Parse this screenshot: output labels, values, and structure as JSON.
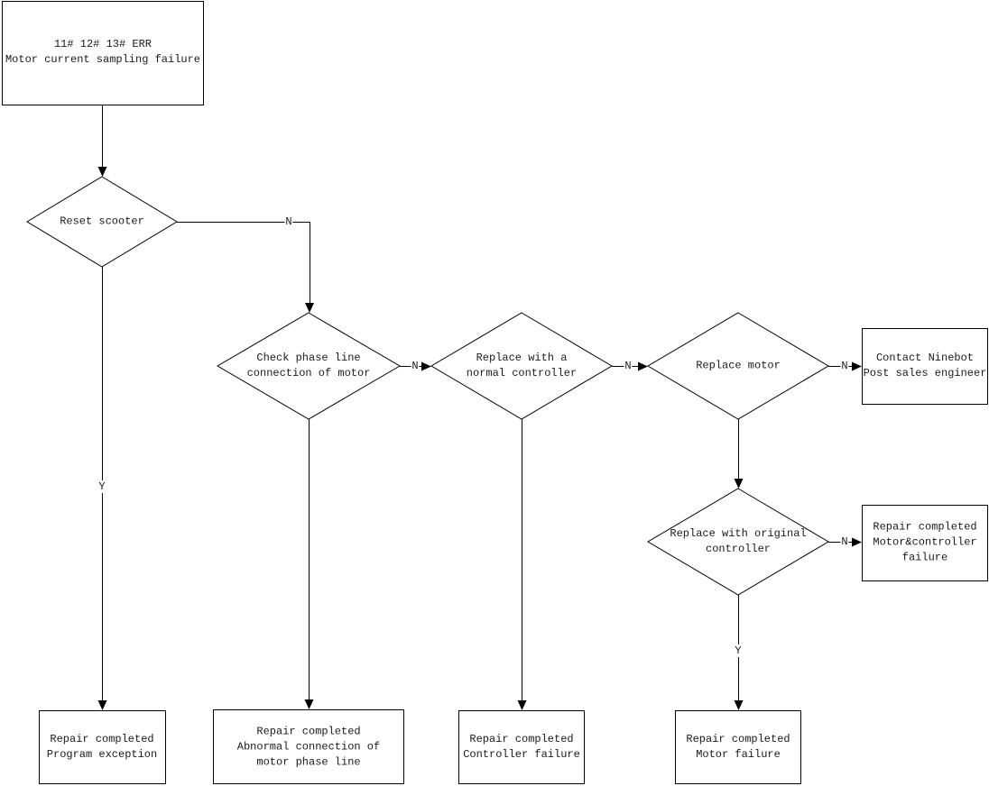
{
  "colors": {
    "background": "#ffffff",
    "line": "#000000",
    "text": "#1a1a1a"
  },
  "nodes": {
    "start": {
      "type": "process",
      "lines": [
        "11# 12# 13# ERR",
        "Motor current sampling failure"
      ]
    },
    "reset_scooter": {
      "type": "decision",
      "lines": [
        "Reset scooter"
      ]
    },
    "check_phase": {
      "type": "decision",
      "lines": [
        "Check phase line",
        "connection of motor"
      ]
    },
    "normal_controller": {
      "type": "decision",
      "lines": [
        "Replace with a",
        "normal controller"
      ]
    },
    "replace_motor": {
      "type": "decision",
      "lines": [
        "Replace motor"
      ]
    },
    "original_controller": {
      "type": "decision",
      "lines": [
        "Replace with original",
        "controller"
      ]
    },
    "contact_ninebot": {
      "type": "process",
      "lines": [
        "Contact Ninebot",
        "Post sales engineer"
      ]
    },
    "motor_controller_failure": {
      "type": "process",
      "lines": [
        "Repair completed",
        "Motor&controller",
        "failure"
      ]
    },
    "program_exception": {
      "type": "process",
      "lines": [
        "Repair completed",
        "Program exception"
      ]
    },
    "abnormal_phase": {
      "type": "process",
      "lines": [
        "Repair completed",
        "Abnormal connection of",
        "motor phase line"
      ]
    },
    "controller_failure": {
      "type": "process",
      "lines": [
        "Repair completed",
        "Controller failure"
      ]
    },
    "motor_failure": {
      "type": "process",
      "lines": [
        "Repair completed",
        "Motor failure"
      ]
    }
  },
  "edge_labels": {
    "reset_no": "N",
    "reset_yes": "Y",
    "check_phase_no": "N",
    "normal_controller_no": "N",
    "replace_motor_no": "N",
    "original_controller_no": "N",
    "original_controller_yes": "Y"
  }
}
